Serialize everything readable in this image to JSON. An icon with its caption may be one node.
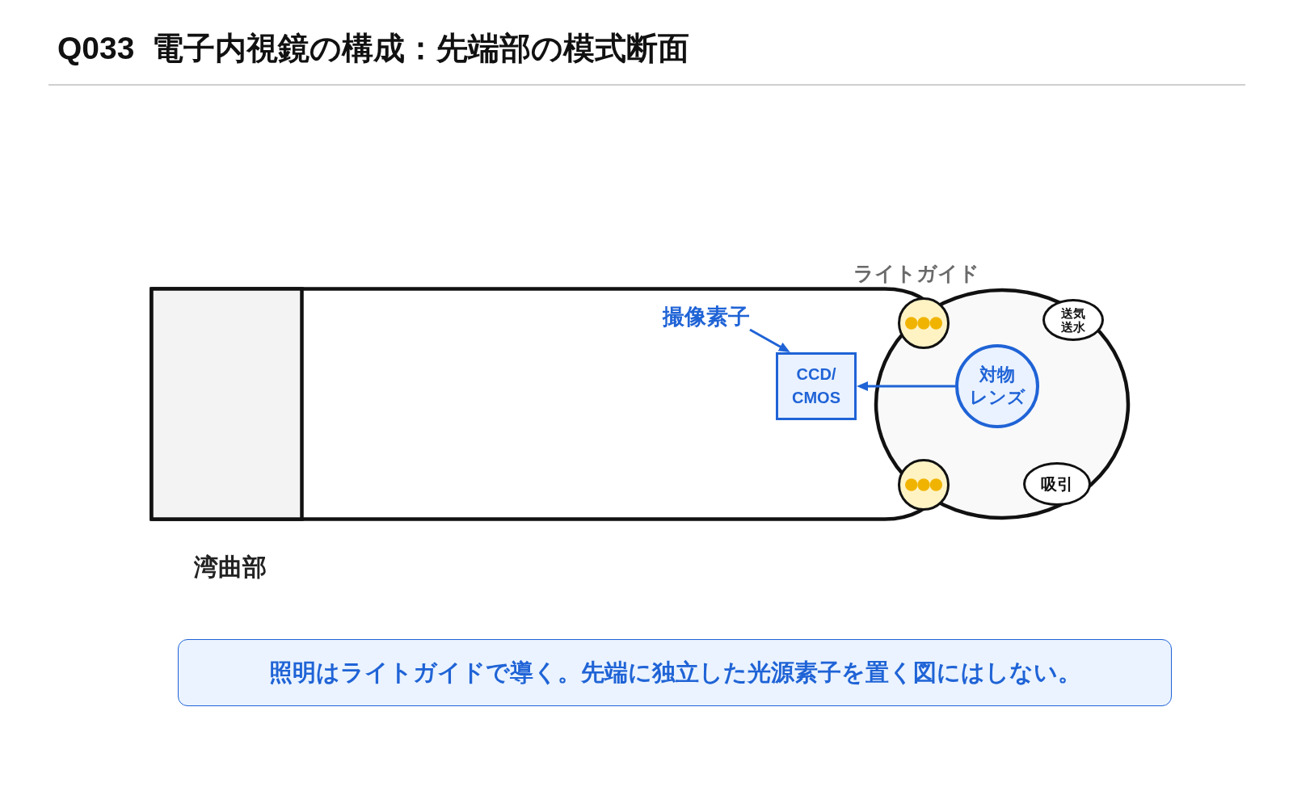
{
  "diagram": {
    "title": "Q033  電子内視鏡の構成：先端部の模式断面",
    "nodes": [
      {
        "text": [
          "撮像素子"
        ]
      },
      {
        "text": [
          "CCD/ CMOS"
        ]
      },
      {
        "text": [],
        "shape": "circle"
      },
      {
        "text": [
          "送気送水"
        ]
      },
      {
        "text": [
          "対物レンズ"
        ]
      },
      {
        "text": [],
        "shape": "circle"
      },
      {
        "text": [
          "吸引"
        ]
      },
      {
        "text": [
          "照明はライトガイドで導く。先端に独立した光源素子を置く図にはしない。"
        ]
      }
    ],
    "edges": [
      {
        "from": 0,
        "to": 1,
        "arrow": "to"
      },
      {
        "from": 4,
        "to": 1,
        "arrow": "to"
      }
    ],
    "labels": [
      "ライトガイド",
      "湾曲部"
    ]
  }
}
